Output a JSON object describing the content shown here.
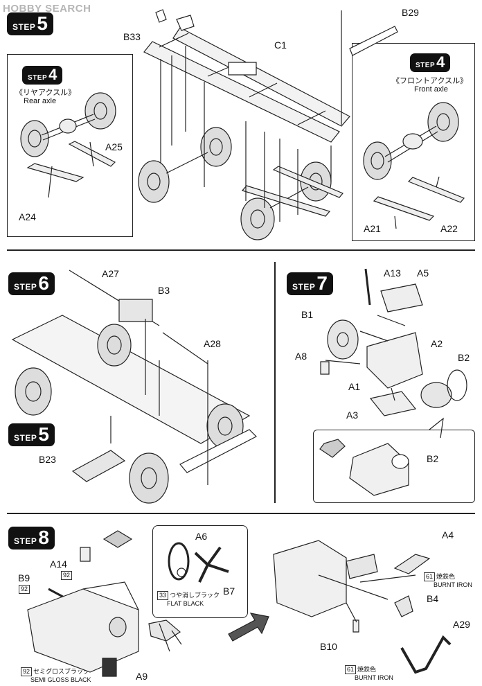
{
  "watermark": "HOBBY SEARCH",
  "step_word": "STEP",
  "steps": {
    "s5": "5",
    "s4": "4",
    "s6": "6",
    "s7": "7",
    "s8": "8"
  },
  "step5": {
    "parts": {
      "b33": "B33",
      "b29": "B29",
      "c1": "C1",
      "a25": "A25",
      "a24": "A24",
      "a21": "A21",
      "a22": "A22"
    },
    "rear_axle_jp": "《リヤアクスル》",
    "rear_axle_en": "Rear axle",
    "front_axle_jp": "《フロントアクスル》",
    "front_axle_en": "Front axle"
  },
  "step6": {
    "parts": {
      "a27": "A27",
      "b3": "B3",
      "a28": "A28",
      "b23": "B23"
    }
  },
  "step7": {
    "parts": {
      "a13": "A13",
      "a5": "A5",
      "b1": "B1",
      "a2": "A2",
      "a8": "A8",
      "b2": "B2",
      "a1": "A1",
      "a3": "A3",
      "b2_detail": "B2"
    }
  },
  "step8": {
    "parts": {
      "a14": "A14",
      "b9": "B9",
      "a6": "A6",
      "b7": "B7",
      "a9": "A9",
      "a4": "A4",
      "b4": "B4",
      "b10": "B10",
      "a29": "A29"
    },
    "paint": {
      "c92": "92",
      "c33": "33",
      "c61": "61",
      "flat_black_jp": "つや消しブラック",
      "flat_black_en": "FLAT BLACK",
      "semi_gloss_jp": "セミグロスブラック",
      "semi_gloss_en": "SEMI GLOSS BLACK",
      "burnt_iron_jp": "焼鉄色",
      "burnt_iron_en": "BURNT IRON"
    }
  }
}
